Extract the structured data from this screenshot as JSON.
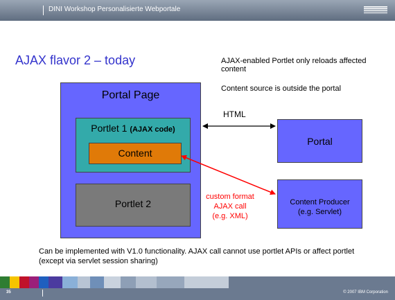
{
  "header": {
    "title": "DINI Workshop Personalisierte Webportale",
    "logo": "IBM"
  },
  "slide": {
    "title": "AJAX flavor 2 – today",
    "notes": [
      "AJAX-enabled Portlet only reloads affected content",
      "Content source is outside the portal"
    ],
    "bottom_text": "Can be implemented with V1.0 functionality. AJAX call cannot use portlet APIs or affect portlet (except via servlet session sharing)"
  },
  "diagram": {
    "portal_page": "Portal Page",
    "portlet1": "Portlet 1",
    "portlet1_suffix": "(AJAX code)",
    "content": "Content",
    "portlet2": "Portlet 2",
    "portal": "Portal",
    "producer": {
      "line1": "Content Producer",
      "line2": "(e.g. Servlet)"
    },
    "html_arrow": "HTML",
    "ajax_arrow": {
      "line1": "custom format",
      "line2": "AJAX call",
      "line3": "(e.g. XML)"
    },
    "colors": {
      "box": "#6666ff",
      "portlet1": "#33aaaa",
      "content": "#e07a08",
      "portlet2": "#7a7a7a",
      "ajax": "#ff0000",
      "title": "#3333cc"
    }
  },
  "footer": {
    "page_number": "35",
    "copyright": "© 2007 IBM Corporation"
  }
}
